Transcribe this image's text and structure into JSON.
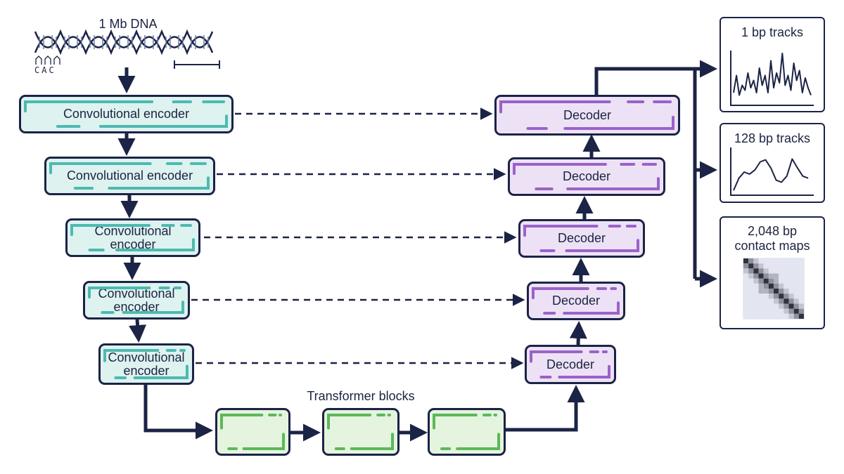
{
  "input": {
    "label": "1 Mb DNA",
    "bases": "CAC"
  },
  "encoders": [
    {
      "label": "Convolutional encoder"
    },
    {
      "label": "Convolutional encoder"
    },
    {
      "label": "Convolutional\nencoder"
    },
    {
      "label": "Convolutional\nencoder"
    },
    {
      "label": "Convolutional\nencoder"
    }
  ],
  "decoders": [
    {
      "label": "Decoder"
    },
    {
      "label": "Decoder"
    },
    {
      "label": "Decoder"
    },
    {
      "label": "Decoder"
    },
    {
      "label": "Decoder"
    }
  ],
  "transformer": {
    "label": "Transformer blocks",
    "block_count": 3
  },
  "outputs": [
    {
      "label": "1 bp tracks",
      "kind": "signal-spiky"
    },
    {
      "label": "128 bp tracks",
      "kind": "signal-smooth"
    },
    {
      "label": "2,048 bp\ncontact maps",
      "kind": "contact-map"
    }
  ],
  "colors": {
    "line": "#1b2346",
    "encoder_fill": "#def2f0",
    "encoder_accent": "#4dbab0",
    "decoder_fill": "#ede2f5",
    "decoder_accent": "#9b62c9",
    "transformer_fill": "#e5f4de",
    "transformer_accent": "#5cb85c"
  }
}
